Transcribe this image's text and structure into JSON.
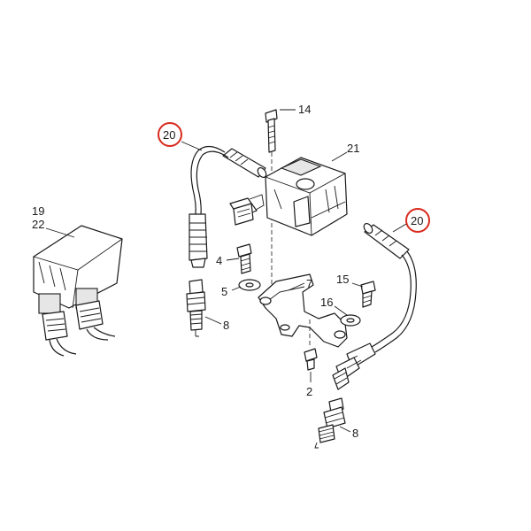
{
  "labels": {
    "l19": "19",
    "l22": "22",
    "l14": "14",
    "l21": "21",
    "l20a": "20",
    "l20b": "20",
    "l4": "4",
    "l5": "5",
    "l7": "7",
    "l8a": "8",
    "l8b": "8",
    "l15": "15",
    "l16": "16",
    "l2": "2"
  },
  "colors": {
    "highlight_ring": "#d9291c",
    "line": "#1a1a1a"
  }
}
